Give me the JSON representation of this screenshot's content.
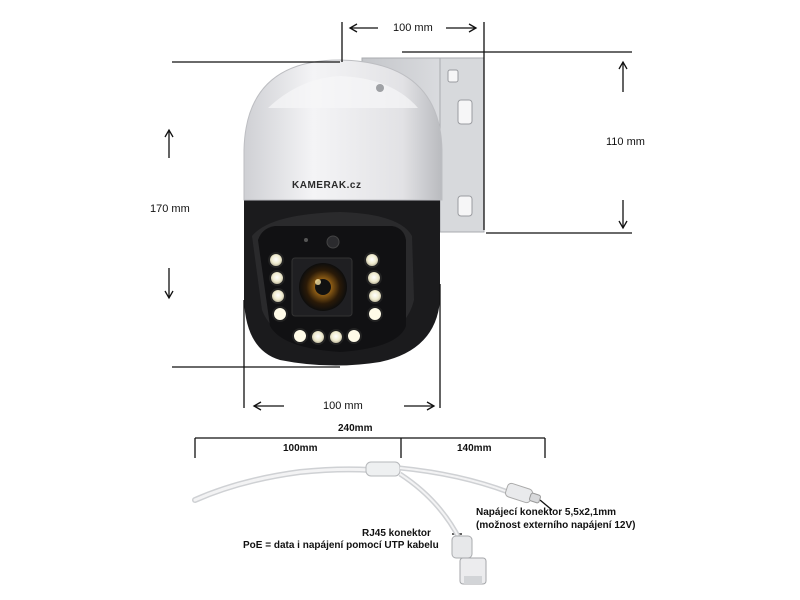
{
  "brand": "KAMERAK.cz",
  "dimensions": {
    "top_width": "100 mm",
    "side_height": "110 mm",
    "total_height": "170 mm",
    "bottom_width": "100 mm"
  },
  "cable": {
    "total_length": "240mm",
    "segment_left": "100mm",
    "segment_right": "140mm",
    "power_connector": {
      "line1": "Napájecí konektor 5,5x2,1mm",
      "line2": "(možnost externího napájení 12V)"
    },
    "rj45": {
      "line1": "RJ45 konektor",
      "line2": "PoE = data i napájení pomocí UTP kabelu"
    }
  },
  "colors": {
    "dome_white": "#e8e8ea",
    "body_black": "#1b1b1d",
    "led_warm": "#f3f0d8",
    "lens_amber": "#c9962e"
  }
}
